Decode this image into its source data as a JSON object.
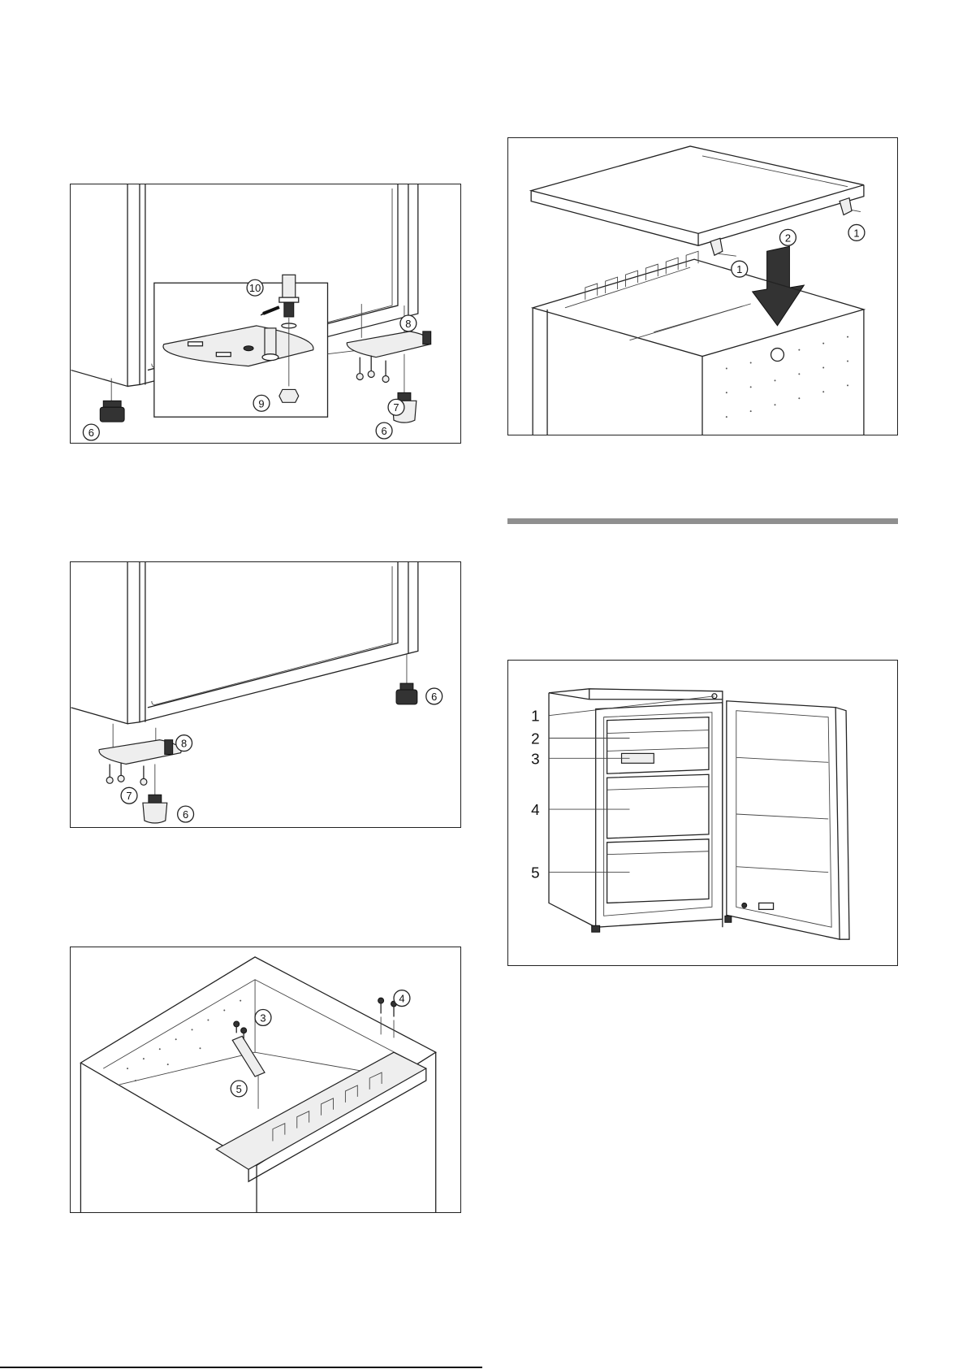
{
  "figures": {
    "fig_hinge_bottom_a": {
      "callouts": [
        "6",
        "6",
        "7",
        "8",
        "9",
        "10"
      ]
    },
    "fig_hinge_bottom_b": {
      "callouts": [
        "6",
        "6",
        "7",
        "8"
      ]
    },
    "fig_top_hinge": {
      "callouts": [
        "3",
        "4",
        "5"
      ]
    },
    "fig_worktop": {
      "callouts": [
        "1",
        "1",
        "2"
      ]
    },
    "fig_appliance": {
      "legend": [
        "1",
        "2",
        "3",
        "4",
        "5"
      ]
    }
  }
}
